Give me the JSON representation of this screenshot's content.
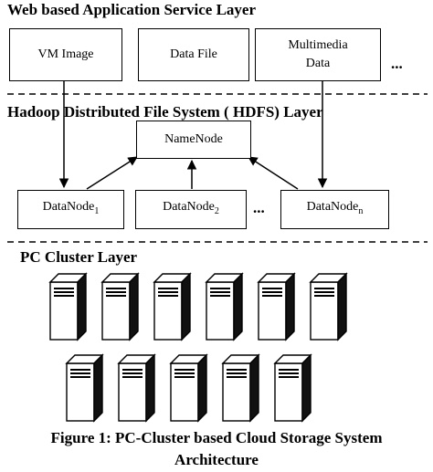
{
  "layers": {
    "application": {
      "title": "Web based Application Service Layer",
      "boxes": [
        {
          "id": "vm-image",
          "label": "VM Image"
        },
        {
          "id": "data-file",
          "label": "Data File"
        },
        {
          "id": "multimedia-data",
          "label_line1": "Multimedia",
          "label_line2": "Data"
        }
      ],
      "ellipsis": "..."
    },
    "hdfs": {
      "title": "Hadoop Distributed File System ( HDFS) Layer",
      "namenode": "NameNode",
      "datanodes": [
        {
          "base": "DataNode",
          "sub": "1"
        },
        {
          "base": "DataNode",
          "sub": "2"
        },
        {
          "base": "DataNode",
          "sub": "n"
        }
      ],
      "ellipsis": "..."
    },
    "pc_cluster": {
      "title": "PC Cluster Layer",
      "server_count_row1": 6,
      "server_count_row2": 5
    }
  },
  "caption": {
    "line1": "Figure 1: PC-Cluster based Cloud Storage System",
    "line2": "Architecture"
  }
}
